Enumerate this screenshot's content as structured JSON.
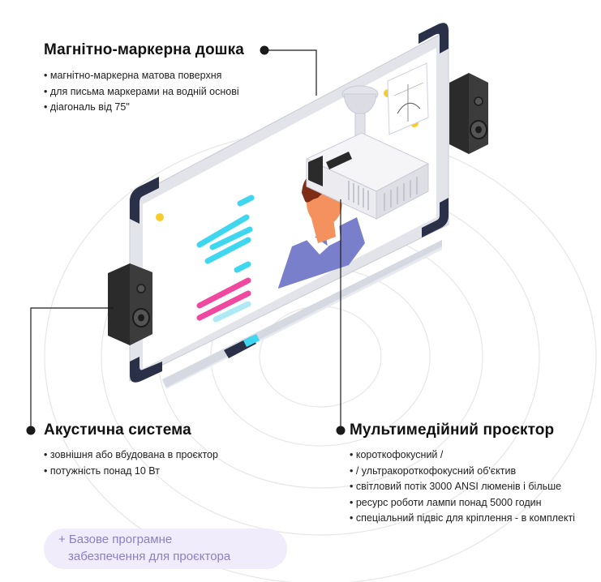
{
  "colors": {
    "accent_cyan": "#3fd7f0",
    "accent_pink": "#f0489e",
    "frame_dark": "#2a3048",
    "speaker": "#2b2b2b",
    "avatar_shirt": "#7a7fcb",
    "addon_bg": "#f1ecfb",
    "addon_text": "#8d7fc2"
  },
  "board": {
    "title": "Магнітно-маркерна дошка",
    "features": [
      "магнітно-маркерна матова поверхня",
      "для письма маркерами на водній основі",
      "діагональ від 75\""
    ]
  },
  "speakers": {
    "title": "Акустична система",
    "features": [
      "зовнішня або вбудована в проєктор",
      "потужність понад 10 Вт"
    ]
  },
  "projector": {
    "title": "Мультимедійний проєктор",
    "features": [
      "короткофокусний /",
      "/ ультракороткофокусний об'єктив",
      "світловий потік 3000 ANSI люменів і більше",
      "ресурс роботи лампи понад 5000 годин",
      "спеціальний підвіс для кріплення - в комплекті"
    ]
  },
  "addon": {
    "line1": "+ Базове програмне",
    "line2": "забезпечення для проєктора"
  }
}
